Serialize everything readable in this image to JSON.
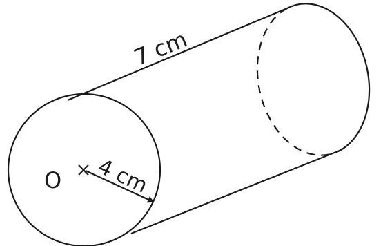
{
  "diagram": {
    "labels": {
      "length": "7 cm",
      "center": "O",
      "radius": "4 cm"
    },
    "colors": {
      "stroke": "#1a1a1a",
      "background": "#ffffff"
    }
  }
}
